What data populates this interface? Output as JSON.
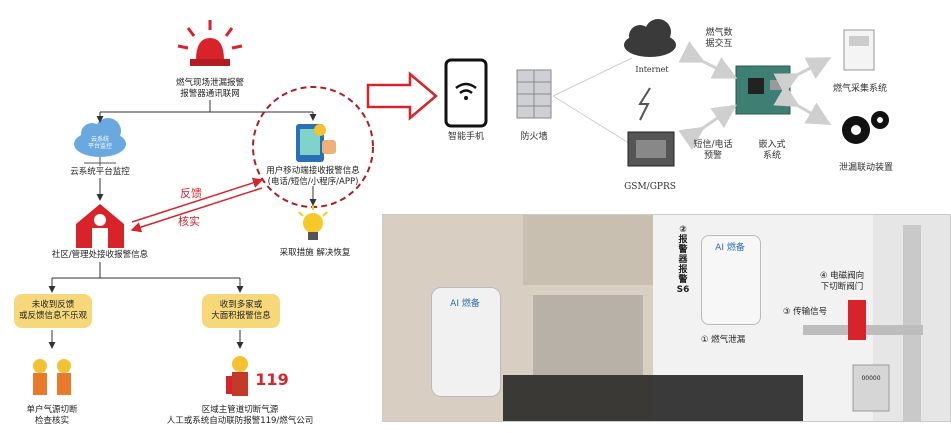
{
  "left_flow": {
    "alarm_label": "燃气现场泄漏报警\n报警器通讯联网",
    "cloud_badge": "云系统\n平台监控",
    "cloud_label": "云系统平台监控",
    "mobile_label": "用户移动端接收报警信息\n(电话/短信/小程序/APP)",
    "community_label": "社区/管理处接收报警信息",
    "feedback_label": "反馈",
    "verify_label": "核实",
    "measures_label": "采取措施 解决恢复",
    "no_feedback_label": "未收到反馈\n或反馈信息不乐观",
    "multi_label": "收到多家或\n大面积报警信息",
    "single_label": "单户气源切断\n检查核实",
    "area_label": "区域主管道切断气源\n人工或系统自动联防报警119/燃气公司",
    "fire_number": "119"
  },
  "right_flow": {
    "phone_label": "智能手机",
    "firewall_label": "防火墙",
    "internet_label": "Internet",
    "gas_data_label": "燃气数\n据交互",
    "gas_collect_label": "燃气采集系统",
    "sms_label": "短信/电话\n预警",
    "embedded_label": "嵌入式\n系统",
    "gsm_label": "GSM/GPRS",
    "linkage_label": "泄漏联动装置"
  },
  "photo": {
    "brand_left": "AI 燃备",
    "brand_right": "AI 燃备",
    "step2": "②\n报\n警\n器\n报\n警\nS6",
    "step1": "① 燃气泄漏",
    "step3": "③ 传输信号",
    "step4": "④ 电磁阀向\n下切断阀门",
    "meter_text": "00000"
  },
  "colors": {
    "red": "#d9232a",
    "yellow": "#f6d87a",
    "cloud": "#6aa9e0",
    "line": "#333333"
  }
}
